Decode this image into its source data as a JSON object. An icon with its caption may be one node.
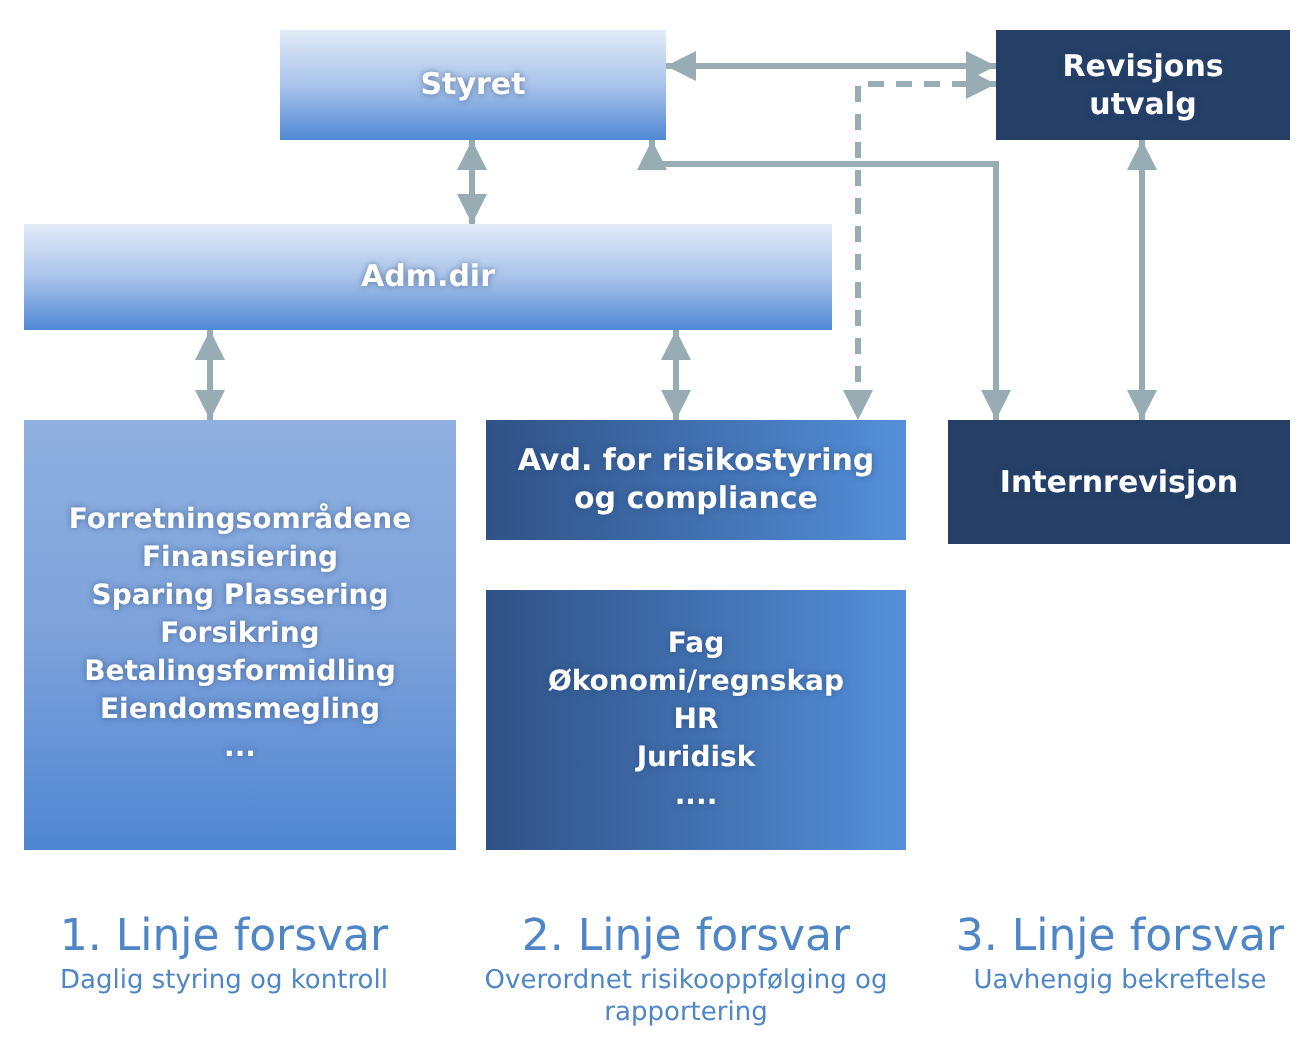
{
  "diagram": {
    "nodes": [
      {
        "text": [
          "Styret"
        ]
      },
      {
        "text": [
          "Revisjons utvalg"
        ]
      },
      {
        "text": [
          "Adm.dir"
        ]
      },
      {
        "text": [
          "Forretningsområdene",
          "Finansiering",
          "Sparing Plassering",
          "Forsikring",
          "Betalingsformidling",
          "Eiendomsmegling",
          "..."
        ]
      },
      {
        "text": [
          "Avd. for risikostyring og compliance"
        ]
      },
      {
        "text": [
          "Internrevisjon"
        ]
      },
      {
        "text": [
          "Fag",
          "Økonomi/regnskap",
          "HR",
          "Juridisk",
          "...."
        ]
      }
    ],
    "edges": [
      {
        "from": 0,
        "to": 1,
        "arrow": "both"
      },
      {
        "from": 1,
        "to": 4,
        "arrow": "both",
        "style": "dashed"
      },
      {
        "from": 0,
        "to": 5,
        "arrow": "both"
      },
      {
        "from": 0,
        "to": 2,
        "arrow": "both"
      },
      {
        "from": 1,
        "to": 5,
        "arrow": "both"
      },
      {
        "from": 2,
        "to": 3,
        "arrow": "both"
      },
      {
        "from": 2,
        "to": 4,
        "arrow": "both"
      }
    ],
    "labels": [
      "1. Linje forsvar",
      "Daglig styring og kontroll",
      "2. Linje forsvar",
      "Overordnet risikooppfølging og rapportering",
      "3. Linje forsvar",
      "Uavhengig bekreftelse"
    ]
  }
}
